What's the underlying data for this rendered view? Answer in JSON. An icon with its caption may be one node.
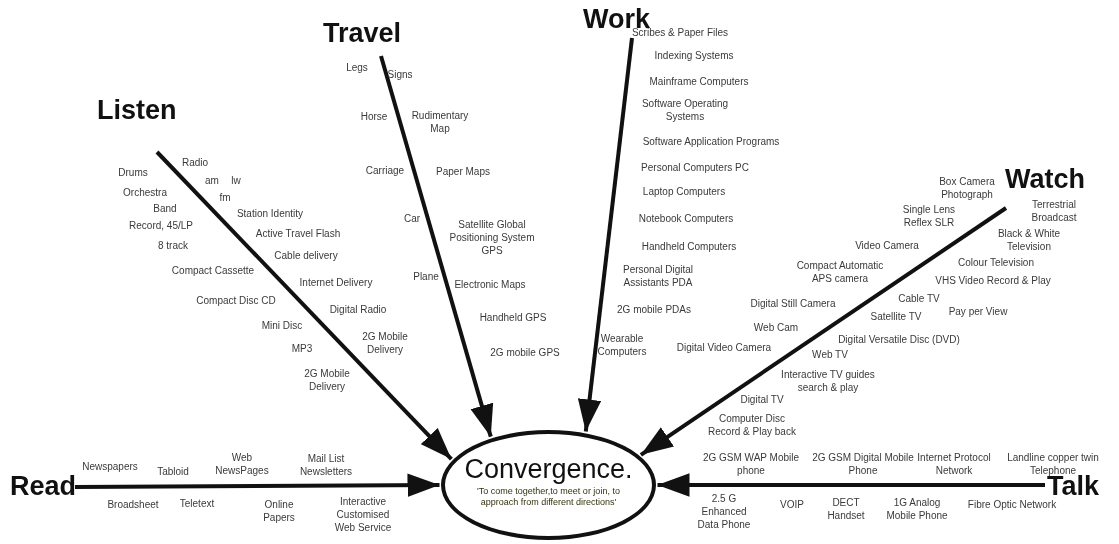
{
  "diagram": {
    "nodes": [
      {
        "text": [
          "Listen"
        ]
      },
      {
        "text": [
          "Travel"
        ]
      },
      {
        "text": [
          "Work"
        ]
      },
      {
        "text": [
          "Watch"
        ]
      },
      {
        "text": [
          "Read"
        ]
      },
      {
        "text": [
          "Convergence.",
          "'To come together,to meet or join, to approach from different directions'"
        ]
      },
      {
        "text": [
          "Talk"
        ]
      }
    ],
    "edges": [
      {
        "from": 0,
        "to": 5,
        "arrow": "to"
      },
      {
        "from": 1,
        "to": 5,
        "arrow": "to"
      },
      {
        "from": 2,
        "to": 5,
        "arrow": "to"
      },
      {
        "from": 3,
        "to": 5,
        "arrow": "to"
      },
      {
        "from": 4,
        "to": 5,
        "arrow": "to"
      },
      {
        "from": 6,
        "to": 5,
        "arrow": "to"
      }
    ],
    "labels": [
      "Drums",
      "Radio",
      "am",
      "lw",
      "fm",
      "Orchestra",
      "Band",
      "Station Identity",
      "Record, 45/LP",
      "Active Travel Flash",
      "8 track",
      "Cable delivery",
      "Compact Cassette",
      "Internet Delivery",
      "Compact Disc CD",
      "Digital Radio",
      "Mini Disc",
      "2G Mobile Delivery",
      "MP3",
      "2G Mobile Delivery",
      "Legs",
      "Signs",
      "Horse",
      "Rudimentary Map",
      "Carriage",
      "Paper Maps",
      "Car",
      "Satellite Global Positioning System GPS",
      "Plane",
      "Electronic Maps",
      "Handheld GPS",
      "2G mobile GPS",
      "Scribes & Paper Files",
      "Indexing Systems",
      "Mainframe Computers",
      "Software Operating Systems",
      "Software Application Programs",
      "Personal Computers PC",
      "Laptop Computers",
      "Notebook Computers",
      "Handheld Computers",
      "Personal Digital Assistants PDA",
      "2G mobile PDAs",
      "Wearable Computers",
      "Box Camera Photograph",
      "Single Lens Reflex SLR",
      "Terrestrial Broadcast",
      "Black & White Television",
      "Video Camera",
      "Colour Television",
      "Compact Automatic APS camera",
      "VHS Video Record & Play",
      "Cable TV",
      "Digital Still Camera",
      "Satellite TV",
      "Pay per View",
      "Web Cam",
      "Digital Versatile Disc (DVD)",
      "Digital Video Camera",
      "Web TV",
      "Interactive TV guides search & play",
      "Digital TV",
      "Computer Disc Record & Play back",
      "Newspapers",
      "Tabloid",
      "Web NewsPages",
      "Mail List Newsletters",
      "Broadsheet",
      "Teletext",
      "Online Papers",
      "Interactive Customised Web Service",
      "2G GSM WAP Mobile phone",
      "2G GSM Digital Mobile Phone",
      "Internet Protocol Network",
      "Landline copper twin Telephone",
      "2.5 G Enhanced Data Phone",
      "VOIP",
      "DECT Handset",
      "1G Analog Mobile Phone",
      "Fibre Optic Network"
    ]
  }
}
